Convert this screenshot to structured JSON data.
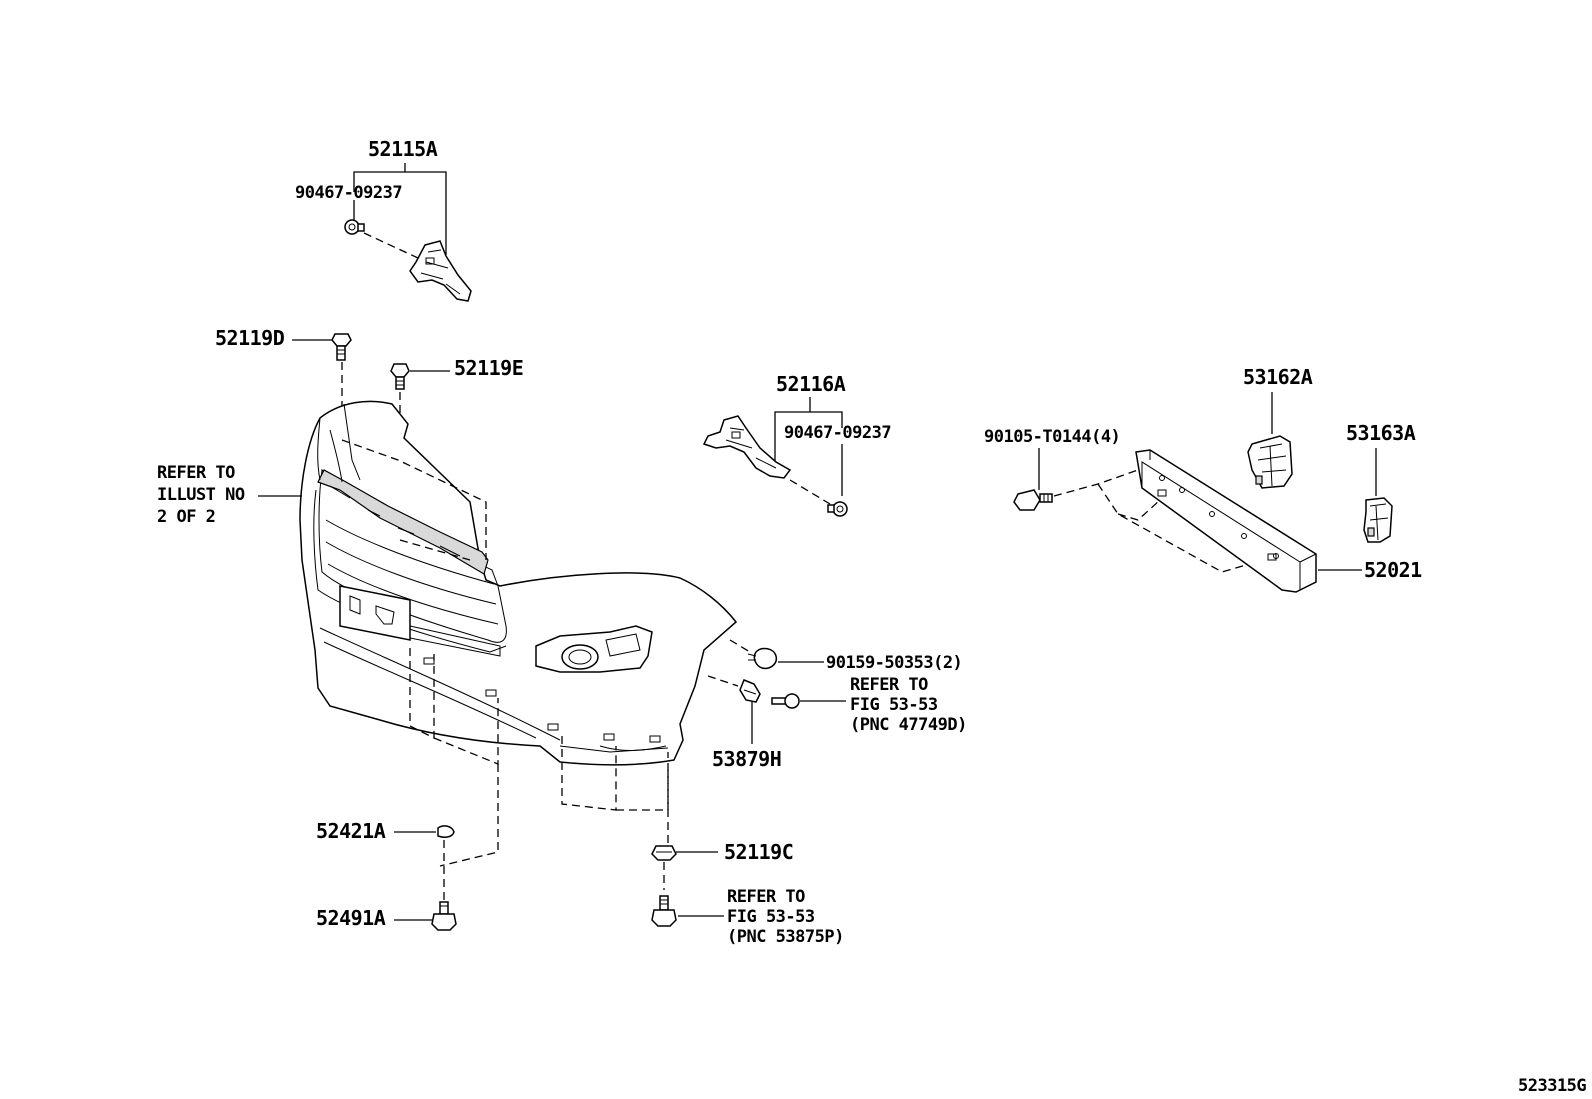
{
  "labels": {
    "p52115A": "52115A",
    "p90467_a": "90467-09237",
    "p52119D": "52119D",
    "p52119E": "52119E",
    "p52116A": "52116A",
    "p90467_b": "90467-09237",
    "p90105": "90105-T0144(4)",
    "p53162A": "53162A",
    "p53163A": "53163A",
    "p52021": "52021",
    "p90159": "90159-50353(2)",
    "p53879H": "53879H",
    "p52421A": "52421A",
    "p52119C": "52119C",
    "p52491A": "52491A",
    "diagram_id": "523315G"
  },
  "notes": {
    "refer_illust": [
      "REFER TO",
      "ILLUST NO",
      "2 OF 2"
    ],
    "refer_fig_47749D": [
      "REFER TO",
      "FIG 53-53",
      "(PNC 47749D)"
    ],
    "refer_fig_53875P": [
      "REFER TO",
      "FIG 53-53",
      "(PNC 53875P)"
    ]
  }
}
